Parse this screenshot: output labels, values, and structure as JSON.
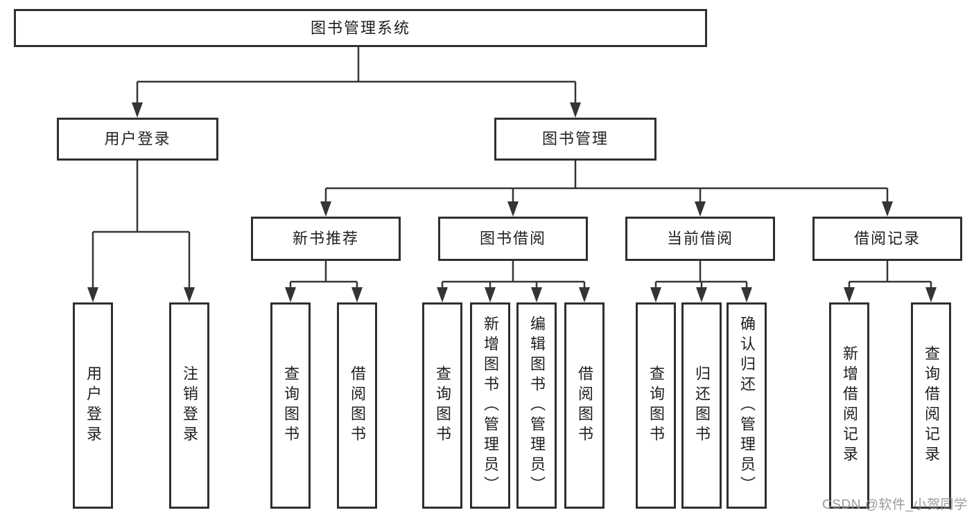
{
  "diagram": {
    "root": {
      "label": "图书管理系统"
    },
    "level2": [
      {
        "label": "用户登录"
      },
      {
        "label": "图书管理"
      }
    ],
    "level3": [
      {
        "label": "新书推荐"
      },
      {
        "label": "图书借阅"
      },
      {
        "label": "当前借阅"
      },
      {
        "label": "借阅记录"
      }
    ],
    "leaves": [
      {
        "label": "用户登录"
      },
      {
        "label": "注销登录"
      },
      {
        "label": "查询图书"
      },
      {
        "label": "借阅图书"
      },
      {
        "label": "查询图书"
      },
      {
        "label": "新增图书（管理员）"
      },
      {
        "label": "编辑图书（管理员）"
      },
      {
        "label": "借阅图书"
      },
      {
        "label": "查询图书"
      },
      {
        "label": "归还图书"
      },
      {
        "label": "确认归还（管理员）"
      },
      {
        "label": "新增借阅记录"
      },
      {
        "label": "查询借阅记录"
      }
    ]
  },
  "watermark": {
    "text": "CSDN @软件_小贺同学"
  },
  "colors": {
    "line": "#343434",
    "box_border": "#2f2f2f",
    "text": "#1f1f1f",
    "background": "#ffffff",
    "watermark": "#919191"
  }
}
